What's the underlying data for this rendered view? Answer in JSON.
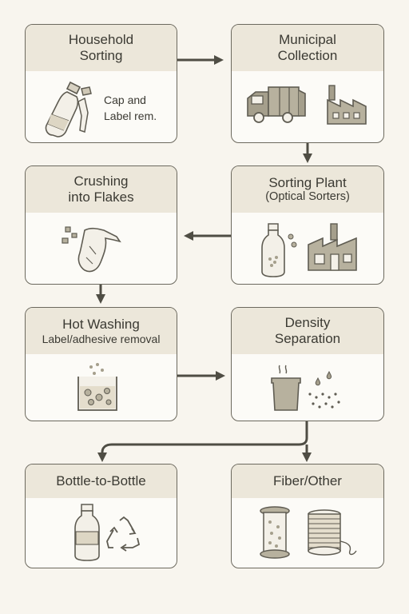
{
  "steps": {
    "household": {
      "line1": "Household",
      "line2": "Sorting",
      "note_line1": "Cap and",
      "note_line2": "Label rem."
    },
    "municipal": {
      "line1": "Municipal",
      "line2": "Collection"
    },
    "crushing": {
      "line1": "Crushing",
      "line2": "into Flakes"
    },
    "sorting_plant": {
      "line1": "Sorting Plant",
      "line2": "(Optical Sorters)"
    },
    "hot_washing": {
      "line1": "Hot Washing",
      "line2": "Label/adhesive removal"
    },
    "density": {
      "line1": "Density",
      "line2": "Separation"
    },
    "bottle": {
      "line1": "Bottle-to-Bottle"
    },
    "fiber": {
      "line1": "Fiber/Other"
    }
  },
  "colors": {
    "background": "#f8f5ee",
    "card": "#fcfbf7",
    "header": "#ece7da",
    "stroke": "#5f5c52",
    "icon_fill": "#a59f8c",
    "arrow": "#4f4d44"
  },
  "icons": [
    "plastic-bottle-icon",
    "bottle-cap-icon",
    "garbage-truck-icon",
    "factory-icon",
    "plastic-flakes-icon",
    "washing-tank-icon",
    "density-tank-icon",
    "recycle-icon",
    "thread-spool-icon"
  ]
}
